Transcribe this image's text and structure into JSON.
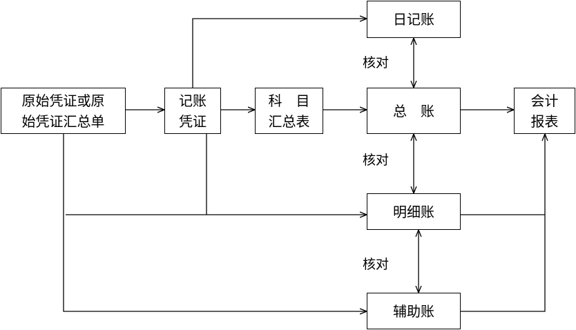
{
  "nodes": {
    "source": [
      "原始凭证或原",
      "始凭证汇总单"
    ],
    "voucher": [
      "记账",
      "凭证"
    ],
    "summary": [
      "科　目",
      "汇总表"
    ],
    "journal": "日记账",
    "ledger": "总　账",
    "detail": "明细账",
    "aux": "辅助账",
    "report": [
      "会计",
      "报表"
    ]
  },
  "labels": {
    "check1": "核对",
    "check2": "核对",
    "check3": "核对"
  }
}
